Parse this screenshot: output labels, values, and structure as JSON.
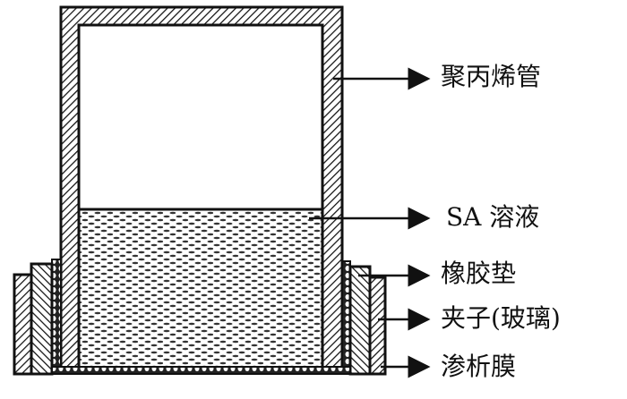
{
  "labels": {
    "tube": "聚丙烯管",
    "solution": "SA 溶液",
    "gasket": "橡胶垫",
    "clamp": "夹子(玻璃)",
    "membrane": "渗析膜"
  }
}
